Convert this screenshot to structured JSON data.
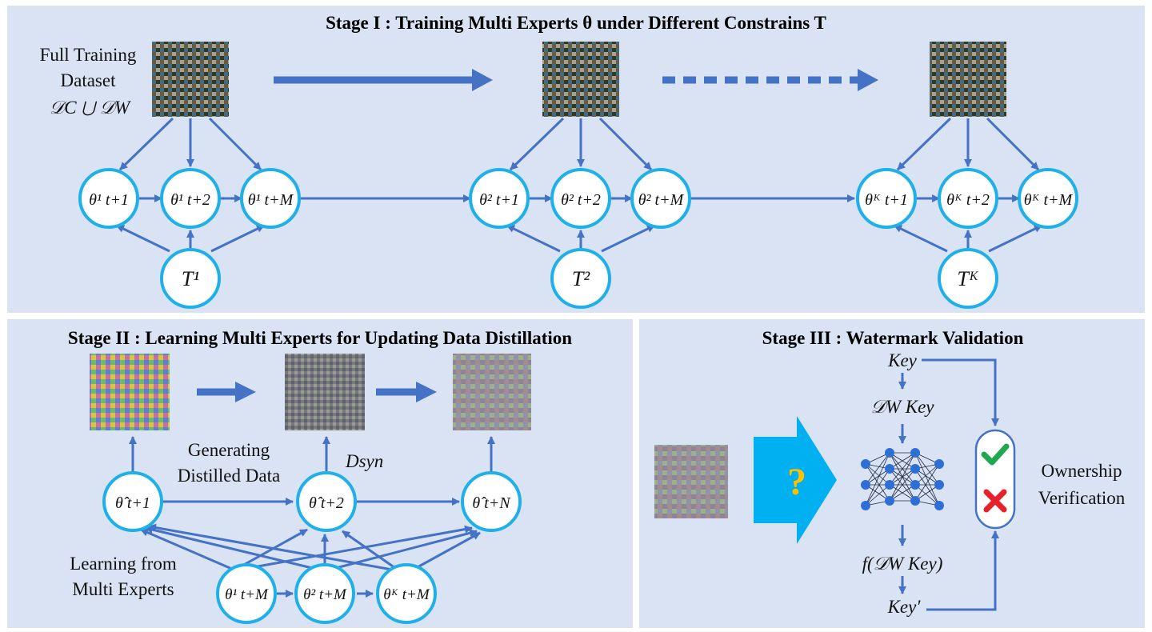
{
  "stage1": {
    "title": "Stage I : Training Multi Experts  θ  under Different Constrains T",
    "dataset_label_line1": "Full Training",
    "dataset_label_line2": "Dataset",
    "dataset_formula": "𝒟C ⋃ 𝒟W",
    "groups": [
      {
        "nodes": [
          "θ¹ t+1",
          "θ¹ t+2",
          "θ¹ t+M"
        ],
        "constraint": "T¹"
      },
      {
        "nodes": [
          "θ² t+1",
          "θ² t+2",
          "θ² t+M"
        ],
        "constraint": "T²"
      },
      {
        "nodes": [
          "θᴷ t+1",
          "θᴷ t+2",
          "θᴷ t+M"
        ],
        "constraint": "Tᴷ"
      }
    ]
  },
  "stage2": {
    "title": "Stage II : Learning Multi Experts for Updating Data Distillation",
    "generating_line1": "Generating",
    "generating_line2": "Distilled Data",
    "dsyn": "Dsyn",
    "learning_line1": "Learning from",
    "learning_line2": "Multi Experts",
    "top_nodes": [
      "θ̂ t+1",
      "θ̂ t+2",
      "θ̂ t+N"
    ],
    "bottom_nodes": [
      "θ¹ t+M",
      "θ² t+M",
      "θᴷ t+M"
    ]
  },
  "stage3": {
    "title": "Stage III : Watermark Validation",
    "key": "Key",
    "dw_key": "𝒟W Key",
    "f_dw_key": "f(𝒟W Key)",
    "key_prime": "Key′",
    "question": "?",
    "ownership_line1": "Ownership",
    "ownership_line2": "Verification"
  },
  "colors": {
    "panel": "#dae3f3",
    "node_border": "#20b0e8",
    "arrow": "#4472c4",
    "check": "#1fa84f",
    "cross": "#e8202a",
    "question_fill": "#00b0f0",
    "question_mark": "#ffc000"
  }
}
